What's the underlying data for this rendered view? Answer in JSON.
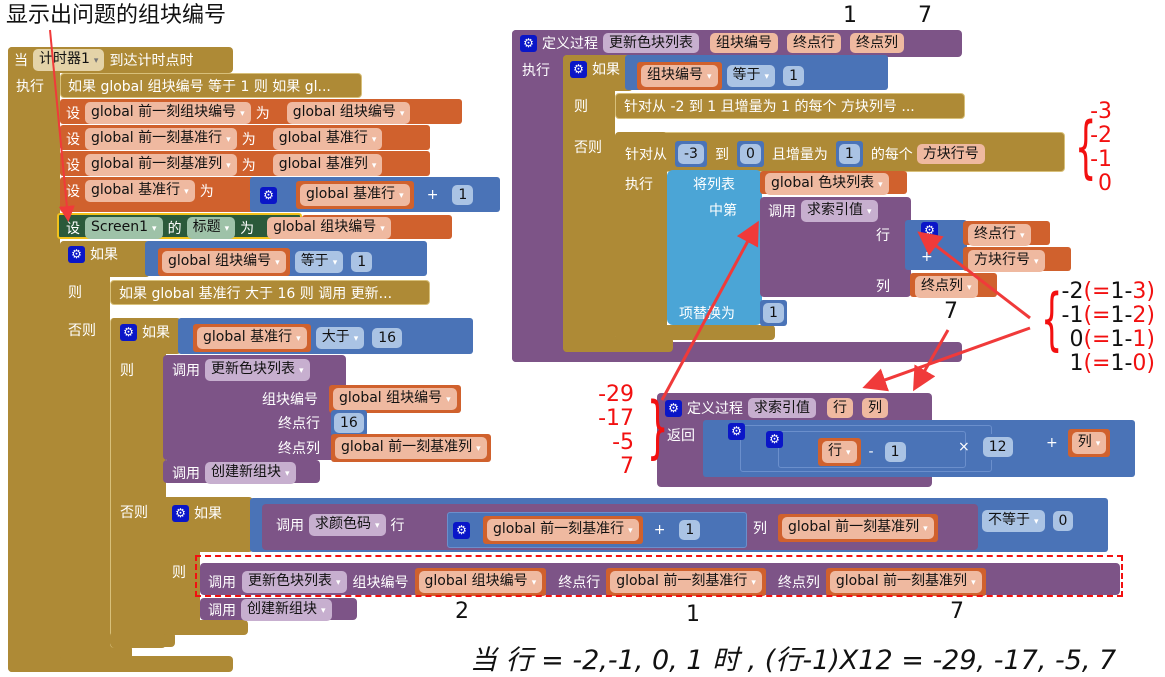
{
  "annotation": {
    "title": "显示出问题的组块编号",
    "top_nums": [
      "1",
      "7"
    ],
    "for_values": [
      "-3",
      "-2",
      "-1",
      "0"
    ],
    "row_values": [
      {
        "v": "-2",
        "p1": "(=",
        "one": "1-",
        "p2": "3)"
      },
      {
        "v": "-1",
        "p1": "(=",
        "one": "1-",
        "p2": "2)"
      },
      {
        "v": "0",
        "p1": "(=",
        "one": "1-",
        "p2": "1)"
      },
      {
        "v": "1",
        "p1": "(=",
        "one": "1-",
        "p2": "0)"
      }
    ],
    "col_seven": "7",
    "index_values": [
      "-29",
      "-17",
      "-5",
      "7"
    ],
    "bottom_nums": [
      "2",
      "1",
      "7"
    ],
    "formula": "当 行 = -2,-1, 0, 1 时 , (行-1)X12 = -29, -17, -5, 7"
  },
  "event": {
    "when": "当",
    "component": "计时器1",
    "event_name": "到达计时点时",
    "do": "执行",
    "collapsed1": "如果 global 组块编号 等于 1 则 如果 gl...",
    "set": "设",
    "to": "为",
    "sets": [
      {
        "var": "global 前一刻组块编号",
        "val": "global 组块编号"
      },
      {
        "var": "global 前一刻基准行",
        "val": "global 基准行"
      },
      {
        "var": "global 前一刻基准列",
        "val": "global 基准列"
      },
      {
        "var": "global 基准行",
        "val": "global 基准行",
        "op": "+",
        "num": "1"
      }
    ],
    "screen_set": {
      "component": "Screen1",
      "of": "的",
      "prop": "标题",
      "val": "global 组块编号"
    },
    "if1": {
      "if": "如果",
      "var": "global 组块编号",
      "cmp": "等于",
      "num": "1",
      "then": "则",
      "collapsed": "如果 global 基准行 大于 16 则 调用 更新...",
      "else": "否则"
    },
    "if2": {
      "if": "如果",
      "var": "global 基准行",
      "cmp": "大于",
      "num": "16",
      "then": "则",
      "else": "否则",
      "call": {
        "call": "调用",
        "proc": "更新色块列表",
        "args": [
          {
            "label": "组块编号",
            "val": "global 组块编号"
          },
          {
            "label": "终点行",
            "val": "16"
          },
          {
            "label": "终点列",
            "val": "global 前一刻基准列"
          }
        ]
      },
      "call2": "创建新组块"
    },
    "if3": {
      "if": "如果",
      "proc": "求颜色码",
      "row": "行",
      "var_row": "global 前一刻基准行",
      "op": "+",
      "num": "1",
      "col": "列",
      "var_col": "global 前一刻基准列",
      "cmp": "不等于",
      "num2": "0",
      "then": "则",
      "call": {
        "proc": "更新色块列表",
        "a1": "组块编号",
        "v1": "global 组块编号",
        "a2": "终点行",
        "v2": "global 前一刻基准行",
        "a3": "终点列",
        "v3": "global 前一刻基准列"
      },
      "call2": "创建新组块"
    }
  },
  "proc1": {
    "define": "定义过程",
    "name": "更新色块列表",
    "params": [
      "组块编号",
      "终点行",
      "终点列"
    ],
    "do": "执行",
    "if": "如果",
    "var": "组块编号",
    "cmp": "等于",
    "num": "1",
    "then": "则",
    "collapsed": "针对从 -2 到 1 且增量为 1 的每个 方块列号 ...",
    "else": "否则",
    "for": {
      "from": "针对从",
      "start": "-3",
      "to": "到",
      "end": "0",
      "by": "且增量为",
      "step": "1",
      "each": "的每个",
      "var": "方块行号",
      "do": "执行"
    },
    "replace": {
      "list": "将列表",
      "list_var": "global 色块列表",
      "index": "中第",
      "call": "调用",
      "proc": "求索引值",
      "row": "行",
      "row_a": "终点行",
      "op": "+",
      "row_b": "方块行号",
      "col": "列",
      "col_v": "终点列",
      "replace": "项替换为",
      "num": "1"
    }
  },
  "proc2": {
    "define": "定义过程",
    "name": "求索引值",
    "params": [
      "行",
      "列"
    ],
    "return": "返回",
    "var_row": "行",
    "minus": "-",
    "one": "1",
    "times": "×",
    "twelve": "12",
    "plus": "+",
    "var_col": "列"
  }
}
